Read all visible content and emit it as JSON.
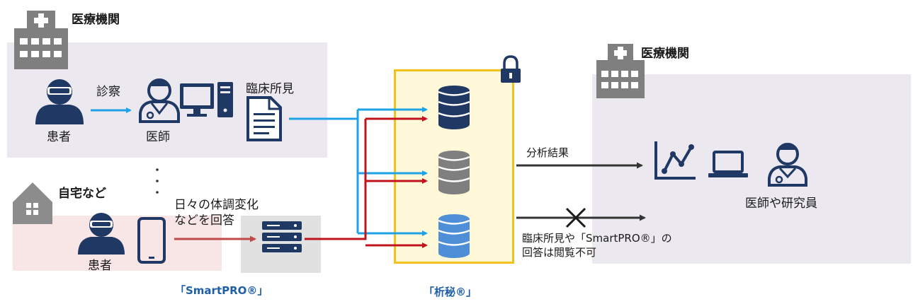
{
  "labels": {
    "hospital_left": "医療機関",
    "hospital_right": "医療機関",
    "home": "自宅など",
    "consultation": "診察",
    "patient_hospital": "患者",
    "doctor": "医師",
    "clinical_findings": "臨床所見",
    "patient_home": "患者",
    "daily_changes_line1": "日々の体調変化",
    "daily_changes_line2": "などを回答",
    "analysis_results": "分析結果",
    "doctors_researchers": "医師や研究員",
    "not_viewable_line1": "臨床所見や「SmartPRO®」の",
    "not_viewable_line2": "回答は閲覧不可",
    "smartpro": "「SmartPRO®」",
    "sekihi": "「析秘®」"
  },
  "colors": {
    "blue_arrow": "#1ea1e6",
    "red_arrow": "#c0141c",
    "navy_icon": "#1f3864",
    "gold_border": "#f2c21c",
    "label_blue": "#1f5fa8",
    "db_top": "#1f3864",
    "db_middle": "#7f7f7f",
    "db_bottom": "#4f8fd8"
  },
  "icons": [
    "hospital-icon",
    "house-icon",
    "patient-icon",
    "doctor-icon",
    "computer-icon",
    "document-icon",
    "smartphone-icon",
    "server-icon",
    "database-icon",
    "lock-icon",
    "chart-icon",
    "laptop-icon",
    "blocked-x-icon"
  ]
}
